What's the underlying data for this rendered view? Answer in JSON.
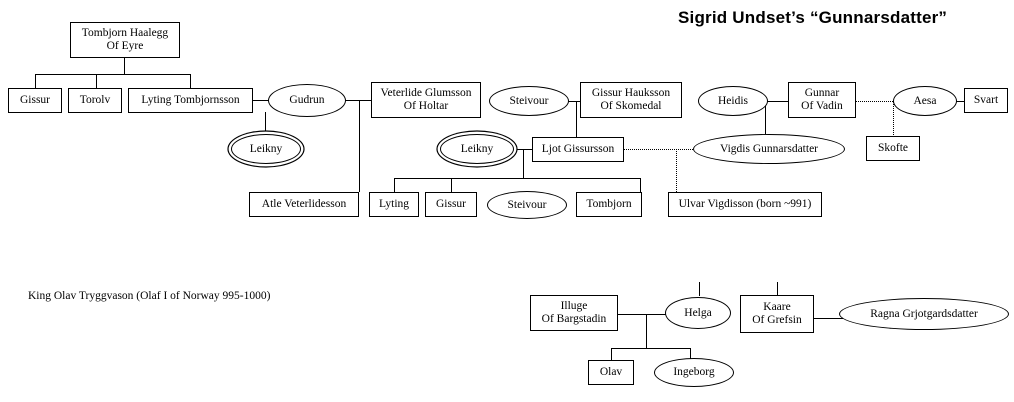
{
  "title": "Sigrid Undset’s “Gunnarsdatter”",
  "note": "King Olav Tryggvason (Olaf I of Norway 995-1000)",
  "colors": {
    "line": "#000000",
    "background": "#ffffff",
    "text": "#000000"
  },
  "nodes": {
    "tombjorn_haalegg": "Tombjorn Haalegg\nOf Eyre",
    "gissur_1": "Gissur",
    "torolv": "Torolv",
    "lyting_tombjornsson": "Lyting Tombjornsson",
    "gudrun": "Gudrun",
    "leikny_1": "Leikny",
    "veterlide_glumsson": "Veterlide Glumsson\nOf Holtar",
    "steivour_1": "Steivour",
    "gissur_hauksson": "Gissur Hauksson\nOf Skomedal",
    "heidis": "Heidis",
    "gunnar_of_vadin": "Gunnar\nOf Vadin",
    "aesa": "Aesa",
    "svart": "Svart",
    "leikny_2": "Leikny",
    "ljot_gissursson": "Ljot Gissursson",
    "vigdis_gunnarsdatter": "Vigdis Gunnarsdatter",
    "skofte": "Skofte",
    "atle_veterlidesson": "Atle Veterlidesson",
    "lyting_2": "Lyting",
    "gissur_2": "Gissur",
    "steivour_2": "Steivour",
    "tombjorn_2": "Tombjorn",
    "ulvar_vigdisson": "Ulvar Vigdisson (born ~991)",
    "illuge_of_bargstadin": "Illuge\nOf Bargstadin",
    "helga": "Helga",
    "kaare_of_grefsin": "Kaare\nOf Grefsin",
    "ragna_grjotgardsdatter": "Ragna Grjotgardsdatter",
    "olav": "Olav",
    "ingeborg": "Ingeborg"
  }
}
